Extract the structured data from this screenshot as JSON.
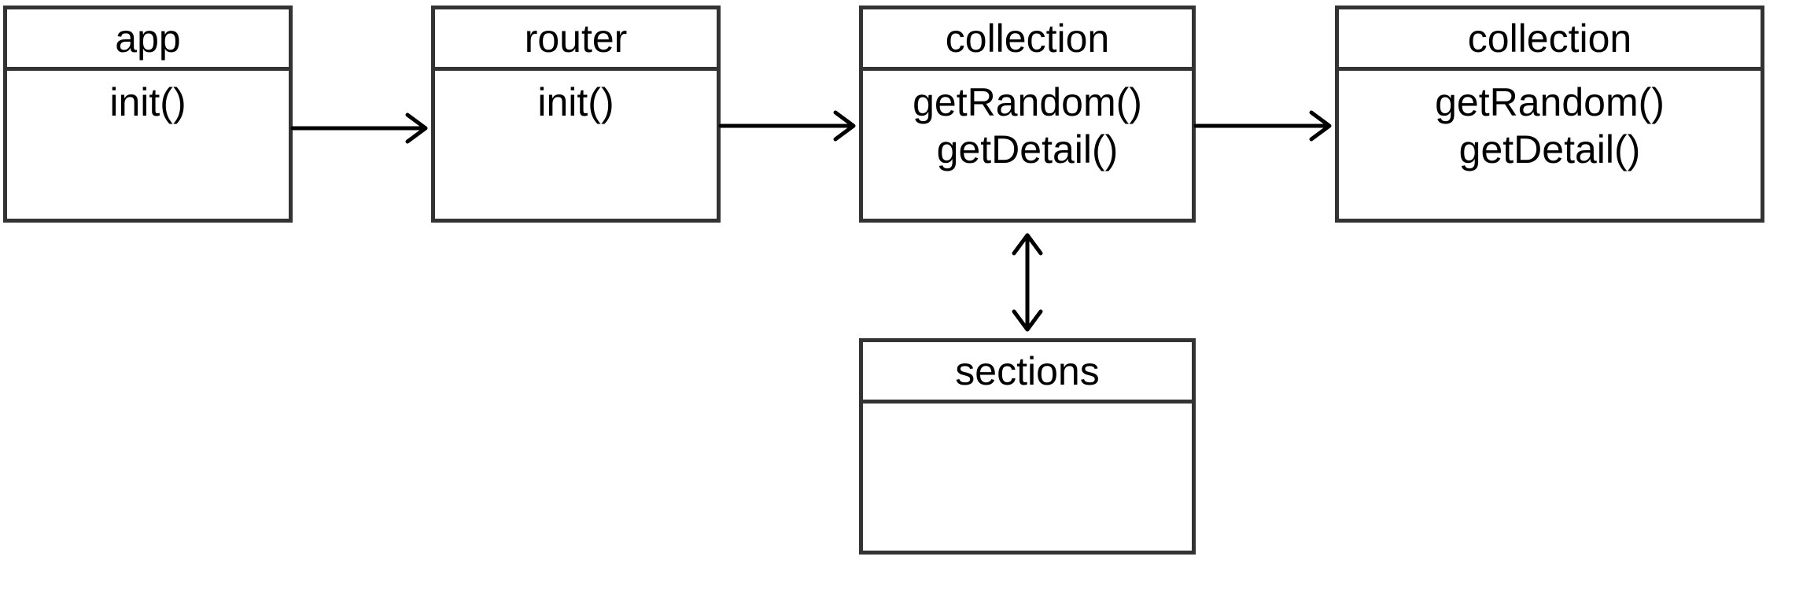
{
  "diagram": {
    "boxes": [
      {
        "id": "app",
        "title": "app",
        "methods": [
          "init()"
        ]
      },
      {
        "id": "router",
        "title": "router",
        "methods": [
          "init()"
        ]
      },
      {
        "id": "collection-1",
        "title": "collection",
        "methods": [
          "getRandom()",
          "getDetail()"
        ]
      },
      {
        "id": "collection-2",
        "title": "collection",
        "methods": [
          "getRandom()",
          "getDetail()"
        ]
      },
      {
        "id": "sections",
        "title": "sections",
        "methods": []
      }
    ],
    "connections": [
      {
        "from": "app",
        "to": "router",
        "direction": "forward"
      },
      {
        "from": "router",
        "to": "collection-1",
        "direction": "forward"
      },
      {
        "from": "collection-1",
        "to": "collection-2",
        "direction": "forward"
      },
      {
        "from": "collection-1",
        "to": "sections",
        "direction": "both"
      }
    ],
    "colors": {
      "border": "#333333",
      "arrow": "#000000",
      "text": "#000000",
      "background": "#ffffff"
    }
  }
}
